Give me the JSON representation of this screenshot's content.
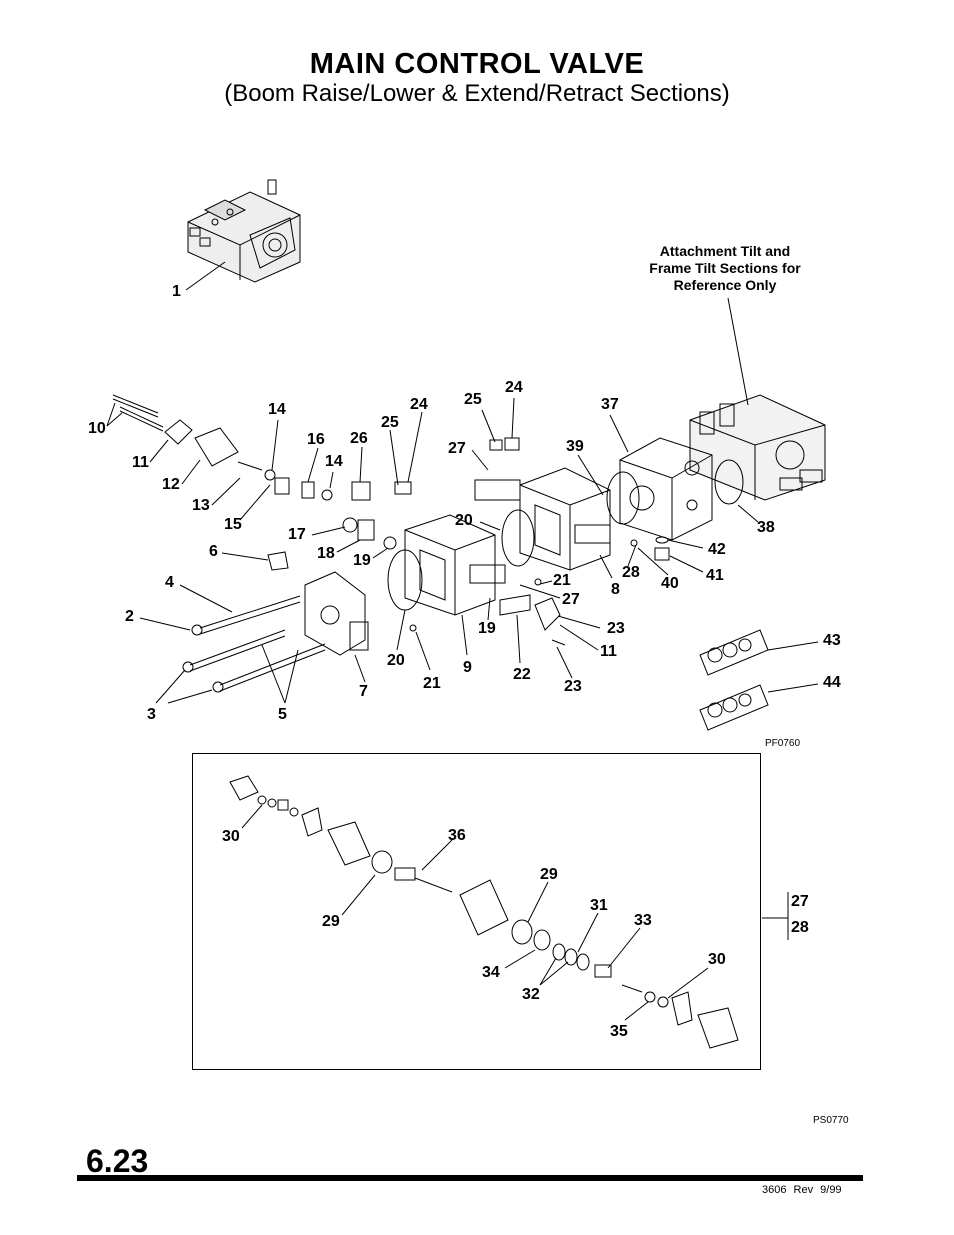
{
  "title": "MAIN CONTROL VALVE",
  "subtitle": "(Boom Raise/Lower & Extend/Retract Sections)",
  "reference_note": [
    "Attachment Tilt and",
    "Frame Tilt Sections for",
    "Reference Only"
  ],
  "figure_codes": {
    "main": "PF0760",
    "detail": "PS0770"
  },
  "page_number": "6.23",
  "footer": "3606 Rev 9/99",
  "callouts": {
    "c1": "1",
    "c2": "2",
    "c3": "3",
    "c4": "4",
    "c5": "5",
    "c6": "6",
    "c7": "7",
    "c8": "8",
    "c9": "9",
    "c10": "10",
    "c11a": "11",
    "c11b": "11",
    "c12": "12",
    "c13": "13",
    "c14a": "14",
    "c14b": "14",
    "c15": "15",
    "c16": "16",
    "c17": "17",
    "c18": "18",
    "c19a": "19",
    "c19b": "19",
    "c20a": "20",
    "c20b": "20",
    "c21a": "21",
    "c21b": "21",
    "c22": "22",
    "c23a": "23",
    "c23b": "23",
    "c24a": "24",
    "c24b": "24",
    "c25a": "25",
    "c25b": "25",
    "c26": "26",
    "c27a": "27",
    "c27b": "27",
    "c28a": "28",
    "c37": "37",
    "c38": "38",
    "c39": "39",
    "c40": "40",
    "c41": "41",
    "c42": "42",
    "c43": "43",
    "c44": "44",
    "d30a": "30",
    "d36": "36",
    "d29a": "29",
    "d29b": "29",
    "d31": "31",
    "d33": "33",
    "d34": "34",
    "d32": "32",
    "d30b": "30",
    "d35": "35",
    "d27": "27",
    "d28": "28"
  }
}
